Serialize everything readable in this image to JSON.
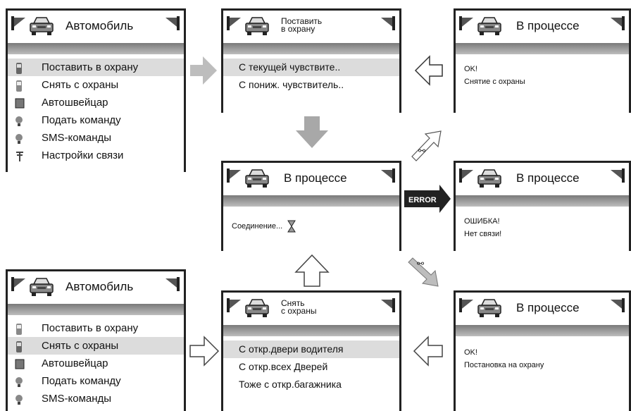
{
  "screen_main_top": {
    "title": "Автомобиль",
    "items": [
      {
        "label": "Поставить в охрану",
        "selected": true
      },
      {
        "label": "Снять с охраны",
        "selected": false
      },
      {
        "label": "Автошвейцар",
        "selected": false
      },
      {
        "label": "Подать команду",
        "selected": false
      },
      {
        "label": "SMS-команды",
        "selected": false
      },
      {
        "label": "Настройки связи",
        "selected": false
      }
    ]
  },
  "screen_arm": {
    "title_line1": "Поставить",
    "title_line2": "в охрану",
    "items": [
      {
        "label": "С текущей чувствите..",
        "selected": true
      },
      {
        "label": "С пониж. чувствитель..",
        "selected": false
      }
    ]
  },
  "screen_proc_ok_top": {
    "title": "В процессе",
    "line1": "OK!",
    "line2": "Снятие с охраны"
  },
  "screen_connecting": {
    "title": "В процессе",
    "line1": "Соединение..."
  },
  "screen_error": {
    "title": "В процессе",
    "line1": "ОШИБКА!",
    "line2": "Нет связи!"
  },
  "error_label": "ERROR",
  "screen_main_bottom": {
    "title": "Автомобиль",
    "items": [
      {
        "label": "Поставить в охрану",
        "selected": false
      },
      {
        "label": "Снять с охраны",
        "selected": true
      },
      {
        "label": "Автошвейцар",
        "selected": false
      },
      {
        "label": "Подать команду",
        "selected": false
      },
      {
        "label": "SMS-команды",
        "selected": false
      }
    ]
  },
  "screen_disarm": {
    "title_line1": "Снять",
    "title_line2": "с охраны",
    "items": [
      {
        "label": "С откр.двери водителя",
        "selected": true
      },
      {
        "label": "С откр.всех Дверей",
        "selected": false
      },
      {
        "label": "Тоже с откр.багажника",
        "selected": false
      }
    ]
  },
  "screen_proc_ok_bottom": {
    "title": "В процессе",
    "line1": "OK!",
    "line2": "Постановка на охрану"
  },
  "colors": {
    "frame": "#222222",
    "selected": "#dcdcdc",
    "bar": "#9a9a9a",
    "arrow_fill": "#bdbdbd"
  }
}
